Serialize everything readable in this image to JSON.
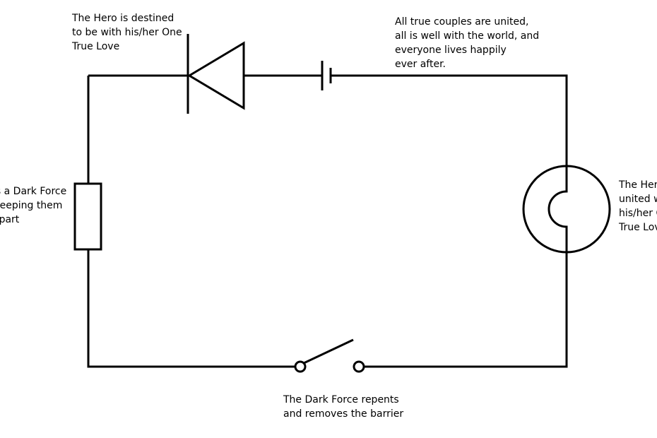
{
  "diagram": {
    "colors": {
      "stroke": "#000000",
      "background": "#ffffff",
      "text": "#000000"
    },
    "components": {
      "diode": {
        "kind": "diode",
        "label_lines": [
          "The Hero is destined",
          "to be with his/her One",
          "True Love"
        ]
      },
      "battery": {
        "kind": "battery",
        "label_lines": [
          "All true couples are united,",
          "all is well with the world, and",
          "everyone lives happily",
          "ever after."
        ]
      },
      "resistor": {
        "kind": "resistor",
        "label_lines": [
          "is a Dark Force",
          "keeping them",
          "apart"
        ]
      },
      "lamp": {
        "kind": "lamp",
        "label_lines": [
          "The Hero is",
          "united with",
          "his/her One",
          "True Love"
        ]
      },
      "switch": {
        "kind": "switch",
        "label_lines": [
          "The Dark Force repents",
          "and removes the barrier"
        ]
      }
    }
  }
}
